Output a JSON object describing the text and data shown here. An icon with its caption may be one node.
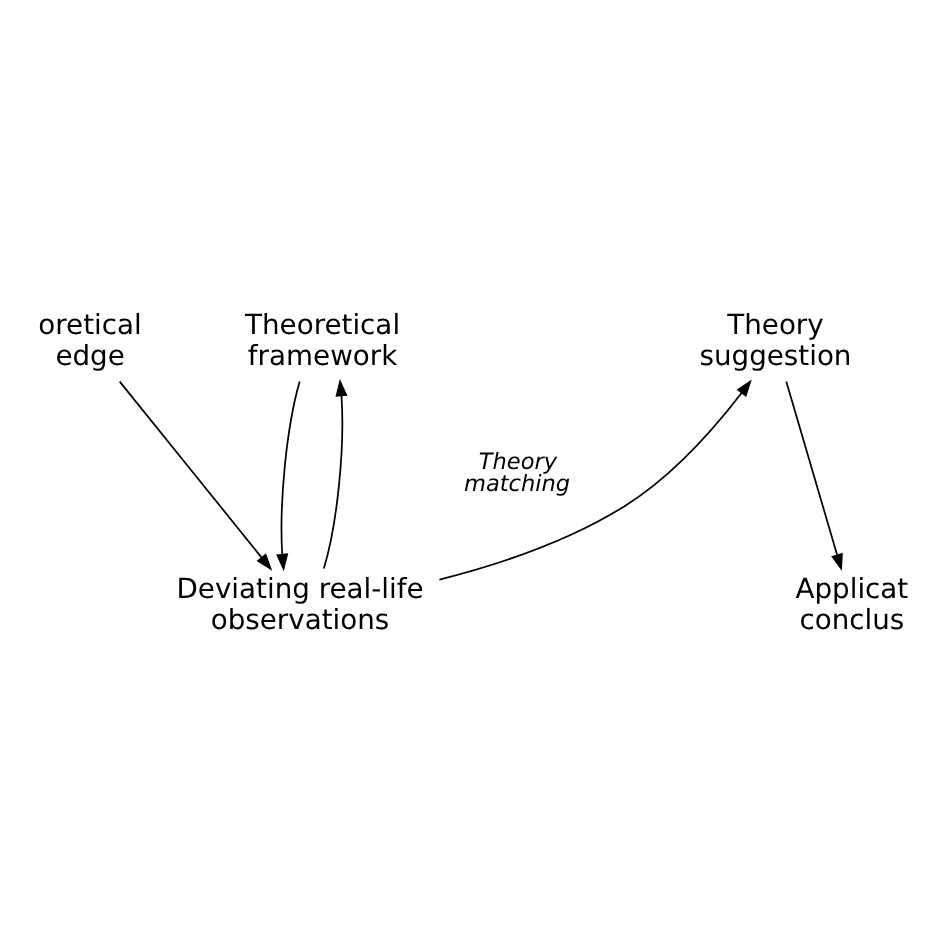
{
  "diagram": {
    "nodes": [
      {
        "text": [
          "oretical edge"
        ]
      },
      {
        "text": [
          "Theoretical framework"
        ]
      },
      {
        "text": [
          "Theory suggestion"
        ]
      },
      {
        "text": [
          "Deviating real-life observations"
        ]
      },
      {
        "text": [
          "Applicat conclus"
        ]
      }
    ],
    "edges": [
      {
        "from": 0,
        "to": 3,
        "arrow": "to"
      },
      {
        "from": 3,
        "to": 1,
        "arrow": "to"
      },
      {
        "from": 1,
        "to": 3,
        "arrow": "to"
      },
      {
        "from": 3,
        "to": 2,
        "arrow": "to"
      },
      {
        "from": 2,
        "to": 4,
        "arrow": "to"
      }
    ],
    "labels": [
      "Theory matching"
    ]
  }
}
